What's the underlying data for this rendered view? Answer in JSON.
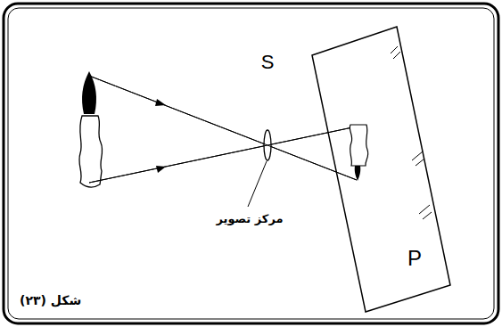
{
  "diagram": {
    "caption": "شکل (۲۳)",
    "labels": [
      "S",
      "مرکز تصویر",
      "P"
    ]
  }
}
